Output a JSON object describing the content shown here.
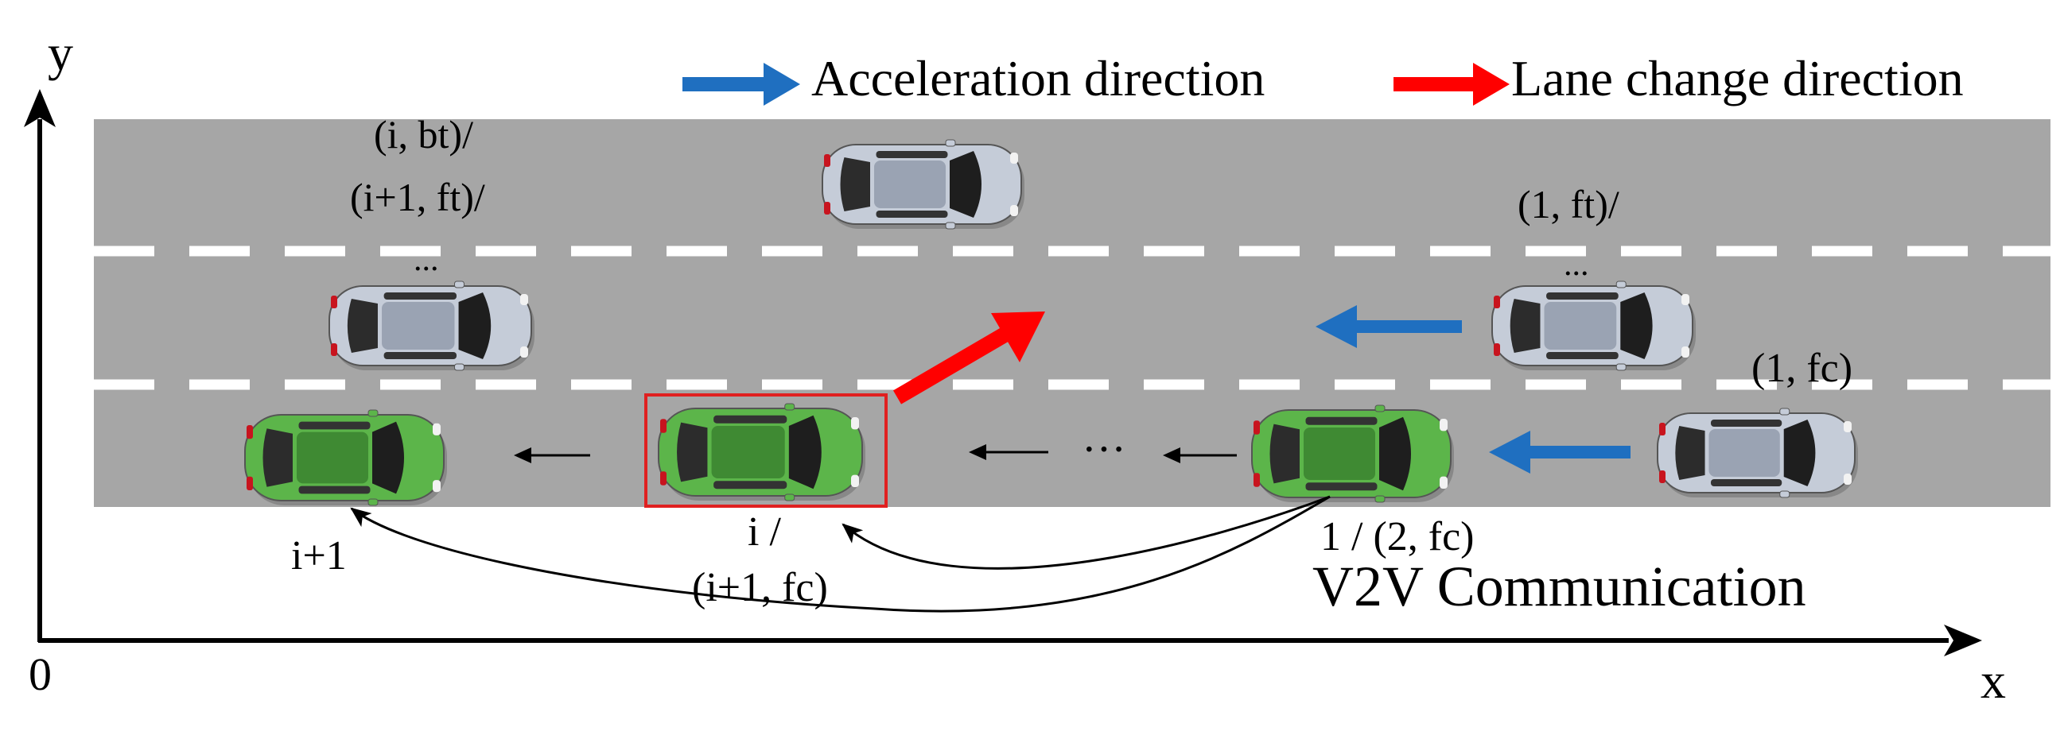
{
  "axes": {
    "y_label": "y",
    "x_label": "x",
    "origin_label": "0"
  },
  "legend": {
    "acceleration": {
      "label": "Acceleration direction",
      "color": "#1f6fc0"
    },
    "lane_change": {
      "label": "Lane change direction",
      "color": "#ff0000"
    }
  },
  "road": {
    "color": "#a6a6a6",
    "lane_marking_color": "#ffffff",
    "lanes": 3
  },
  "labels": {
    "top_left_1": "(i, bt)/",
    "top_left_2": "(i+1, ft)/",
    "top_left_dots": "...",
    "top_right_1": "(1, ft)/",
    "top_right_dots": "...",
    "right_fc": "(1, fc)",
    "leader": "1 / (2, fc)",
    "middle_1": "i /",
    "middle_2": "(i+1, fc)",
    "rear": "i+1",
    "chain_dots": "···",
    "comm": "V2V Communication"
  },
  "colors": {
    "platoon_car": "#5cb54a",
    "platoon_car_roof": "#3f8a33",
    "other_car": "#c5ccd8",
    "other_car_roof": "#9aa3b3",
    "highlight_box": "#e02020"
  }
}
